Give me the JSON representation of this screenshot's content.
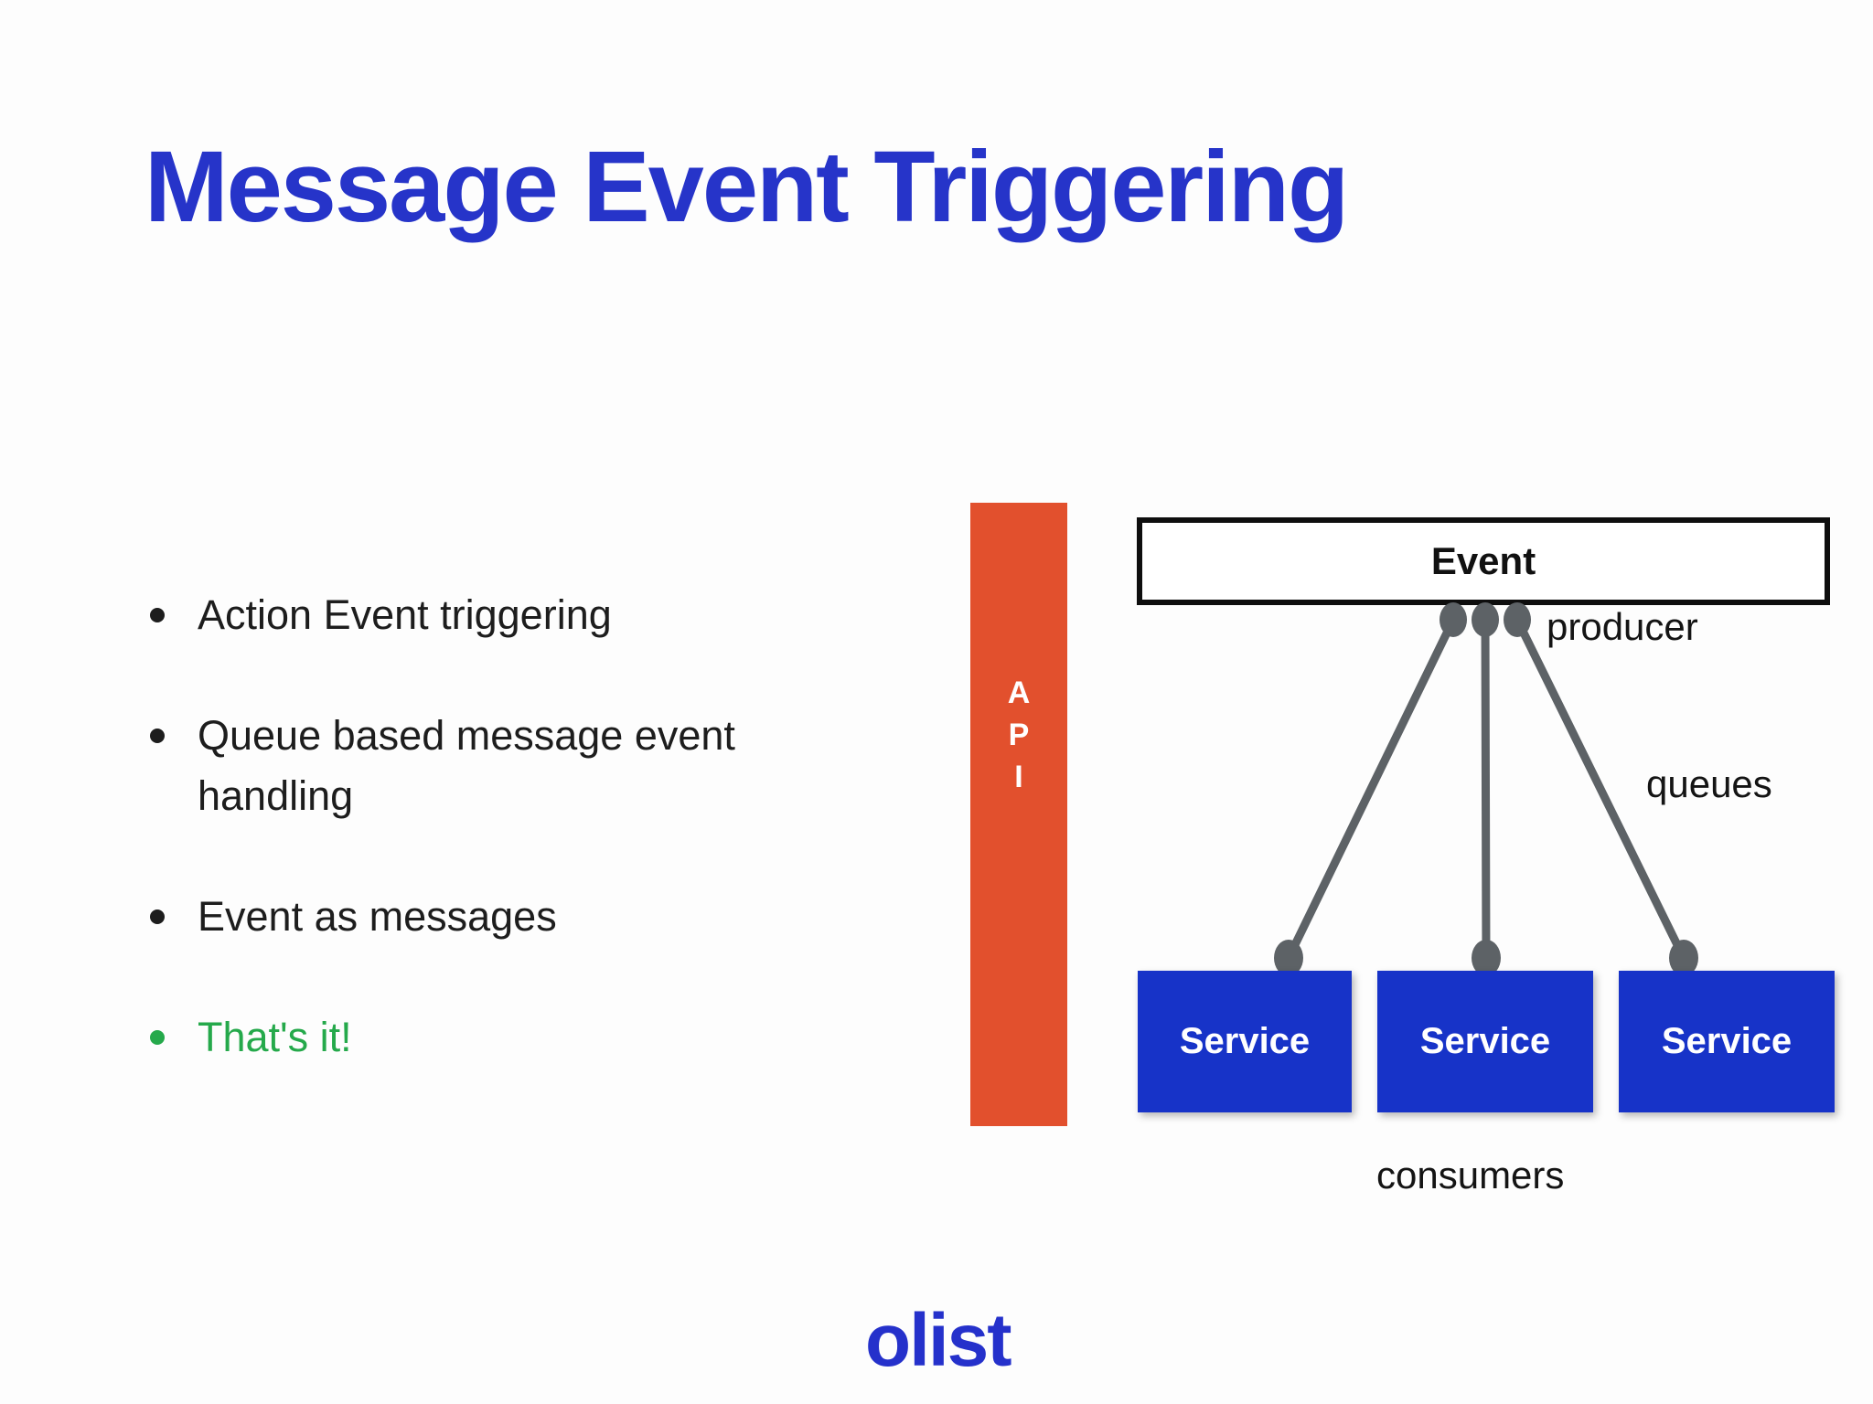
{
  "slide": {
    "title": "Message Event Triggering",
    "bullets": [
      {
        "text": "Action Event triggering",
        "color": "#1d1d1d"
      },
      {
        "text": "Queue based message event handling",
        "color": "#1d1d1d"
      },
      {
        "text": "Event as messages",
        "color": "#1d1d1d"
      },
      {
        "text": "That's it!",
        "color": "#25a94b"
      }
    ],
    "footer_logo": "olist"
  },
  "diagram": {
    "api_bar": {
      "letters": [
        "A",
        "P",
        "I"
      ],
      "color": "#e2502d"
    },
    "event_box": {
      "label": "Event"
    },
    "producer_label": "producer",
    "queues_label": "queues",
    "consumers_label": "consumers",
    "services": [
      {
        "label": "Service"
      },
      {
        "label": "Service"
      },
      {
        "label": "Service"
      }
    ],
    "colors": {
      "title_blue": "#2634c9",
      "service_blue": "#1733c8",
      "connector_gray": "#5d6266",
      "accent_green": "#25a94b",
      "api_orange": "#e2502d",
      "logo_blue": "#2531cb"
    }
  }
}
